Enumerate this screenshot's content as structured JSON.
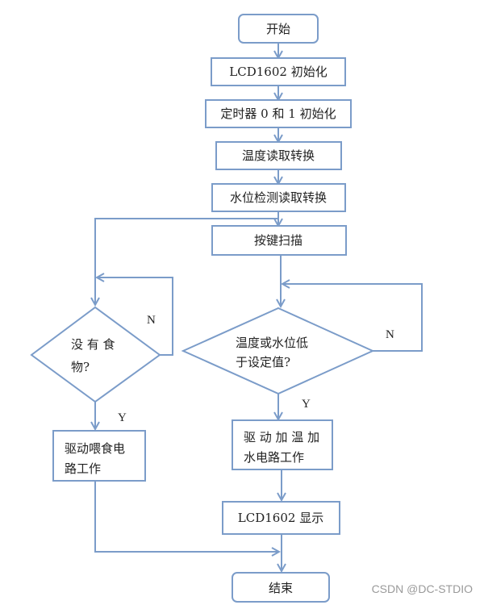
{
  "diagram": {
    "type": "flowchart",
    "colors": {
      "line": "#7b9cc9",
      "text": "#222222",
      "background": "#ffffff",
      "watermark": "#9a9a9a"
    },
    "nodes": {
      "start": {
        "shape": "terminal",
        "lines": [
          "开始"
        ]
      },
      "lcd_init": {
        "shape": "process",
        "lines": [
          "LCD1602 初始化"
        ]
      },
      "timer_init": {
        "shape": "process",
        "lines": [
          "定时器 0 和 1 初始化"
        ]
      },
      "temp_read": {
        "shape": "process",
        "lines": [
          "温度读取转换"
        ]
      },
      "water_read": {
        "shape": "process",
        "lines": [
          "水位检测读取转换"
        ]
      },
      "key_scan": {
        "shape": "process",
        "lines": [
          "按键扫描"
        ]
      },
      "no_food": {
        "shape": "decision",
        "lines": [
          "没 有 食",
          "物?"
        ]
      },
      "low_check": {
        "shape": "decision",
        "lines": [
          "温度或水位低",
          "于设定值?"
        ]
      },
      "feed_drive": {
        "shape": "process",
        "lines": [
          "驱动喂食电",
          "路工作"
        ]
      },
      "heat_drive": {
        "shape": "process",
        "lines": [
          "驱 动 加 温 加",
          "水电路工作"
        ]
      },
      "lcd_show": {
        "shape": "process",
        "lines": [
          "LCD1602 显示"
        ]
      },
      "end": {
        "shape": "terminal",
        "lines": [
          "结束"
        ]
      }
    },
    "edges": [
      {
        "from": "start",
        "to": "lcd_init",
        "label": ""
      },
      {
        "from": "lcd_init",
        "to": "timer_init",
        "label": ""
      },
      {
        "from": "timer_init",
        "to": "temp_read",
        "label": ""
      },
      {
        "from": "temp_read",
        "to": "water_read",
        "label": ""
      },
      {
        "from": "water_read",
        "to": "key_scan",
        "label": ""
      },
      {
        "from": "water_read",
        "to": "no_food",
        "label": ""
      },
      {
        "from": "no_food",
        "to": "no_food",
        "label": "N"
      },
      {
        "from": "no_food",
        "to": "feed_drive",
        "label": "Y"
      },
      {
        "from": "key_scan",
        "to": "low_check",
        "label": ""
      },
      {
        "from": "low_check",
        "to": "low_check",
        "label": "N"
      },
      {
        "from": "low_check",
        "to": "heat_drive",
        "label": "Y"
      },
      {
        "from": "heat_drive",
        "to": "lcd_show",
        "label": ""
      },
      {
        "from": "lcd_show",
        "to": "end",
        "label": ""
      },
      {
        "from": "feed_drive",
        "to": "end",
        "label": ""
      }
    ],
    "edge_labels": {
      "no_food_n": "N",
      "no_food_y": "Y",
      "low_check_n": "N",
      "low_check_y": "Y"
    }
  },
  "watermark": "CSDN @DC-STDIO"
}
